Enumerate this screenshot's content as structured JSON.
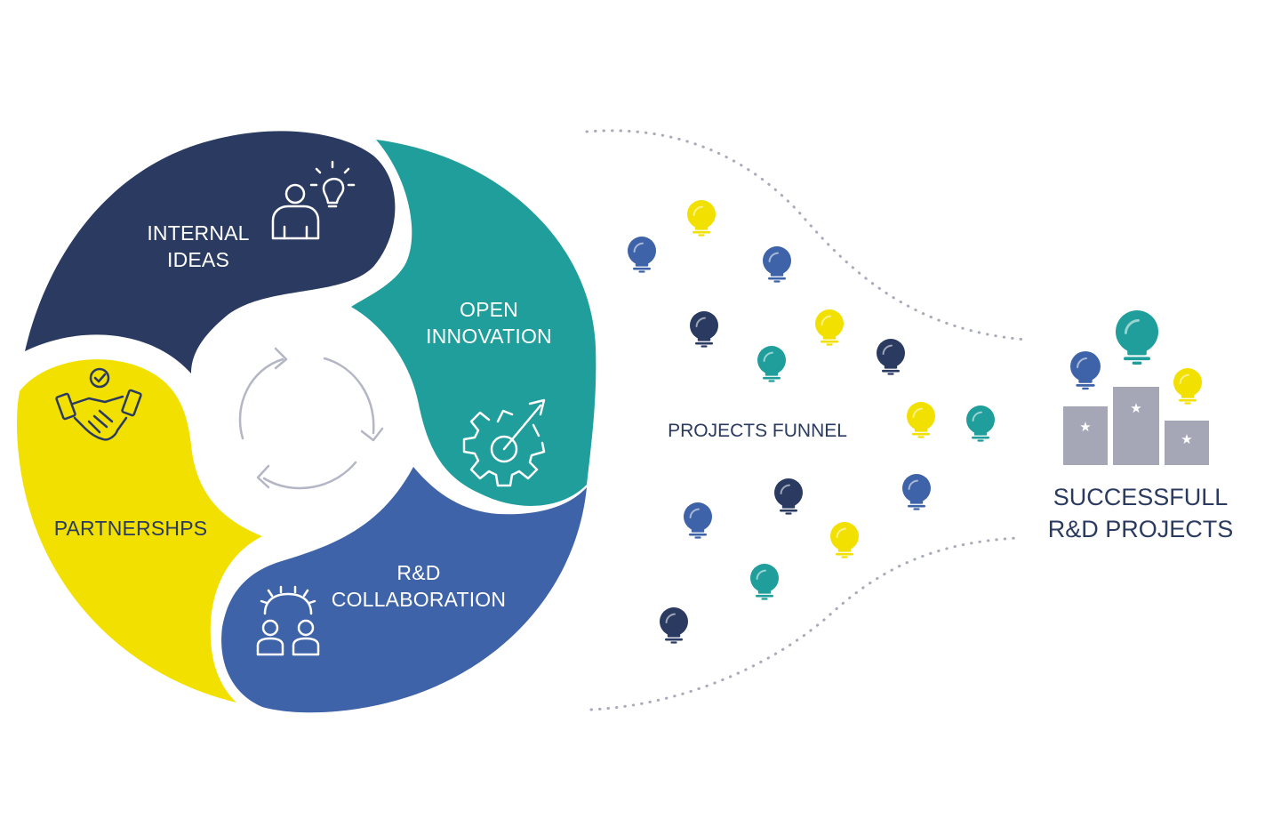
{
  "colors": {
    "navy": "#2a3a60",
    "teal": "#1f9e9b",
    "blue": "#3f63a8",
    "yellow": "#f2e000",
    "grey": "#a5a7b7",
    "cycle_arrow": "#b4b6c6",
    "dots": "#a9abb9"
  },
  "segments": {
    "internal": {
      "line1": "INTERNAL",
      "line2": "IDEAS",
      "icon": "person-lightbulb-icon"
    },
    "open": {
      "line1": "OPEN",
      "line2": "INNOVATION",
      "icon": "gear-arrow-icon"
    },
    "rd": {
      "line1": "R&D",
      "line2": "COLLABORATION",
      "icon": "team-gear-icon"
    },
    "partnerships": {
      "line1": "PARTNERSHPS",
      "icon": "handshake-icon"
    }
  },
  "center": {
    "icon": "cycle-arrows-icon"
  },
  "funnel": {
    "label": "PROJECTS FUNNEL",
    "bulbs": [
      "blue",
      "yellow",
      "blue",
      "navy",
      "yellow",
      "teal",
      "navy",
      "yellow",
      "teal",
      "blue",
      "navy",
      "blue",
      "yellow",
      "teal",
      "navy"
    ]
  },
  "result": {
    "line1": "SUCCESSFULL",
    "line2": "R&D PROJECTS",
    "podium_icon": "podium-icon",
    "bulbs": [
      "blue",
      "teal",
      "yellow"
    ]
  }
}
